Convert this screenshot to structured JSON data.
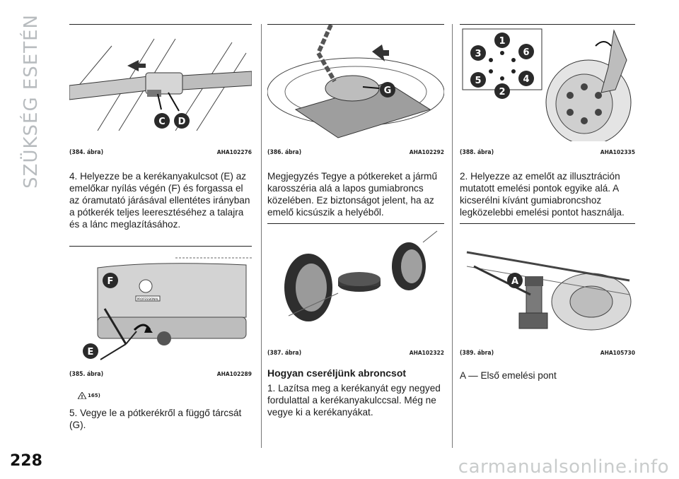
{
  "section_title": "SZÜKSÉG ESETÉN",
  "page_number": "228",
  "watermark": "carmanualsonline.info",
  "figures": [
    {
      "label": "(384. ábra)",
      "code": "AHA102276",
      "callouts": [
        "C",
        "D"
      ]
    },
    {
      "label": "(385. ábra)",
      "code": "AHA102289",
      "callouts": [
        "F",
        "E"
      ],
      "badge": "PROFESSIONAL"
    },
    {
      "label": "(386. ábra)",
      "code": "AHA102292",
      "callouts": [
        "G"
      ]
    },
    {
      "label": "(387. ábra)",
      "code": "AHA102322"
    },
    {
      "label": "(388. ábra)",
      "code": "AHA102335",
      "callouts": [
        "1",
        "2",
        "3",
        "4",
        "5",
        "6"
      ]
    },
    {
      "label": "(389. ábra)",
      "code": "AHA105730",
      "callouts": [
        "A"
      ]
    }
  ],
  "col1": {
    "para4": "4. Helyezze be a kerékanyakulcsot (E) az emelőkar nyílás végén (F) és forgassa el az óramutató járásával ellentétes irányban a pótkerék teljes leeresztéséhez a talajra és a lánc meglazításához.",
    "warning_ref": "165)",
    "para5": "5. Vegye le a pótkerékről a függő tárcsát (G)."
  },
  "col2": {
    "note": "Megjegyzés  Tegye a pótkereket a jármű karosszéria alá a lapos gumiabroncs közelében. Ez biztonságot jelent, ha az emelő kicsúszik a helyéből.",
    "heading": "Hogyan cseréljünk abroncsot",
    "para1": "1. Lazítsa meg a kerékanyát egy negyed fordulattal a kerékanyakulccsal. Még ne vegye ki a kerékanyákat."
  },
  "col3": {
    "para2": "2. Helyezze az emelőt az illusztráción mutatott emelési pontok egyike alá. A kicserélni kívánt gumiabroncshoz legközelebbi emelési pontot használja.",
    "legend": "A — Első emelési pont"
  }
}
